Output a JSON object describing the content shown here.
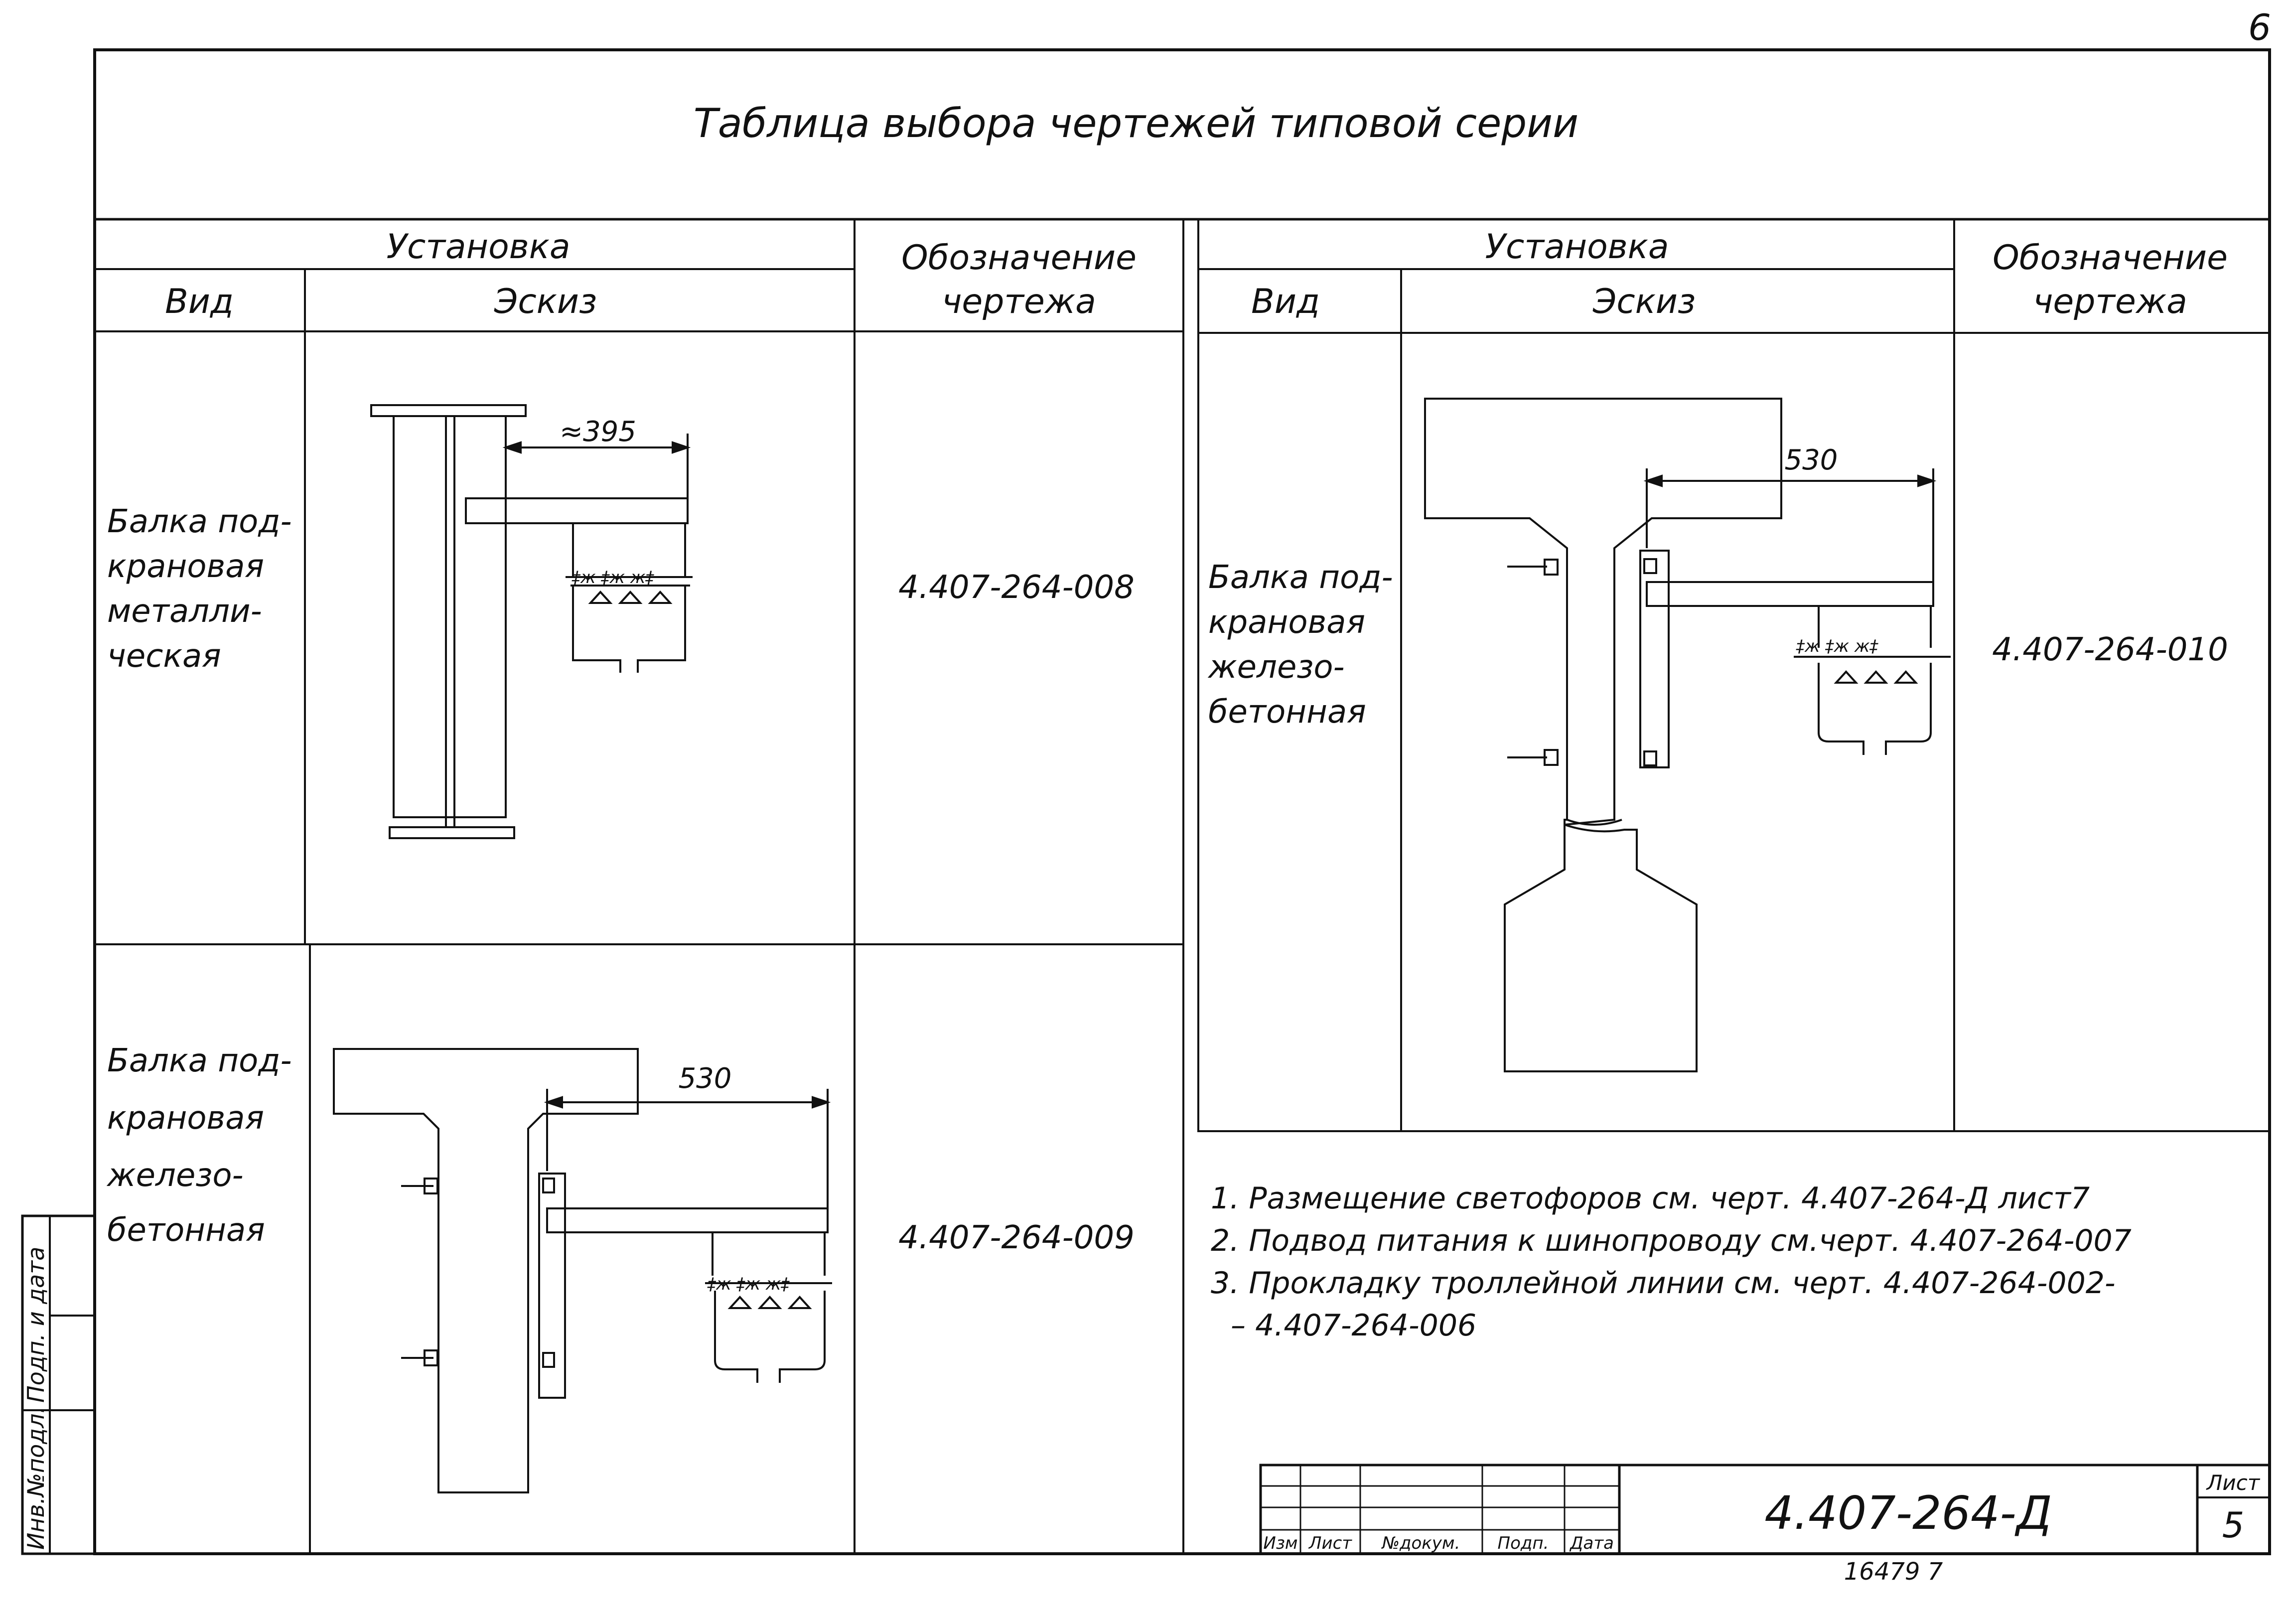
{
  "sheet_corner_number": "6",
  "title": "Таблица выбора чертежей типовой серии",
  "table_left": {
    "header": {
      "installation": "Установка",
      "view": "Вид",
      "sketch": "Эскиз",
      "designation_line1": "Обозначение",
      "designation_line2": "чертежа"
    },
    "rows": [
      {
        "view_lines": [
          "Балка под-",
          "крановая",
          "металли-",
          "ческая"
        ],
        "dimension": "≈395",
        "drawing": "4.407-264-008"
      },
      {
        "view_lines": [
          "Балка под-",
          "крановая",
          "железо-",
          "бетонная"
        ],
        "dimension": "530",
        "drawing": "4.407-264-009"
      }
    ]
  },
  "table_right": {
    "header": {
      "installation": "Установка",
      "view": "Вид",
      "sketch": "Эскиз",
      "designation_line1": "Обозначение",
      "designation_line2": "чертежа"
    },
    "rows": [
      {
        "view_lines": [
          "Балка под-",
          "крановая",
          "железо-",
          "бетонная"
        ],
        "dimension": "530",
        "drawing": "4.407-264-010"
      }
    ]
  },
  "notes": [
    "1. Размещение светофоров см. черт. 4.407-264-Д лист7",
    "2. Подвод питания к шинопроводу см.черт. 4.407-264-007",
    "3. Прокладку троллейной линии см. черт. 4.407-264-002-",
    "– 4.407-264-006"
  ],
  "side_stamp": {
    "inv_no": "Инв.№подл.",
    "sign_date": "Подп. и дата"
  },
  "title_block": {
    "columns": [
      "Изм",
      "Лист",
      "№докум.",
      "Подп.",
      "Дата"
    ],
    "designation": "4.407-264-Д",
    "sheet_label": "Лист",
    "sheet_number": "5"
  },
  "archive_number": "16479 7"
}
